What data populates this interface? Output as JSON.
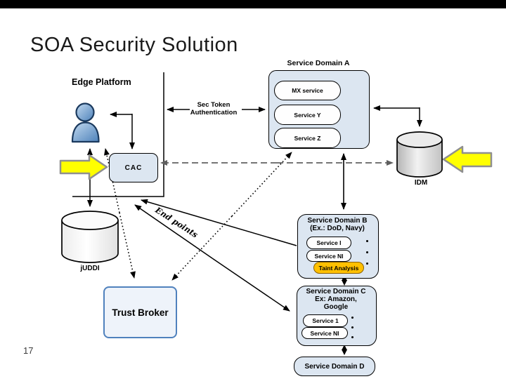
{
  "slide": {
    "title": "SOA Security Solution",
    "page_number": "17"
  },
  "edge_platform": {
    "title": "Edge Platform",
    "cac": "CAC"
  },
  "connectors": {
    "sec_token_line1": "Sec Token",
    "sec_token_line2": "Authentication",
    "end_points": "End points"
  },
  "datastores": {
    "juddi": "jUDDI",
    "idm": "IDM"
  },
  "trust_broker": {
    "label": "Trust Broker"
  },
  "domain_a": {
    "title": "Service Domain A",
    "services": [
      "MX service",
      "Service Y",
      "Service Z"
    ]
  },
  "domain_b": {
    "title": "Service Domain B",
    "subtitle": "(Ex.: DoD, Navy)",
    "services": [
      "Service I",
      "Service NI"
    ],
    "taint": "Taint Analysis"
  },
  "domain_c": {
    "title": "Service Domain C",
    "subtitle1": "Ex: Amazon,",
    "subtitle2": "Google",
    "services": [
      "Service 1",
      "Service NI"
    ]
  },
  "domain_d": {
    "title": "Service Domain D"
  },
  "colors": {
    "domain_fill": "#dce6f1",
    "stadium_fill": "#fefefe",
    "taint_fill": "#ffc000",
    "trust_border": "#4f81bd",
    "highlight_arrow": "#ffff00",
    "dashed_line": "#757575",
    "top_bar": "#000000"
  }
}
